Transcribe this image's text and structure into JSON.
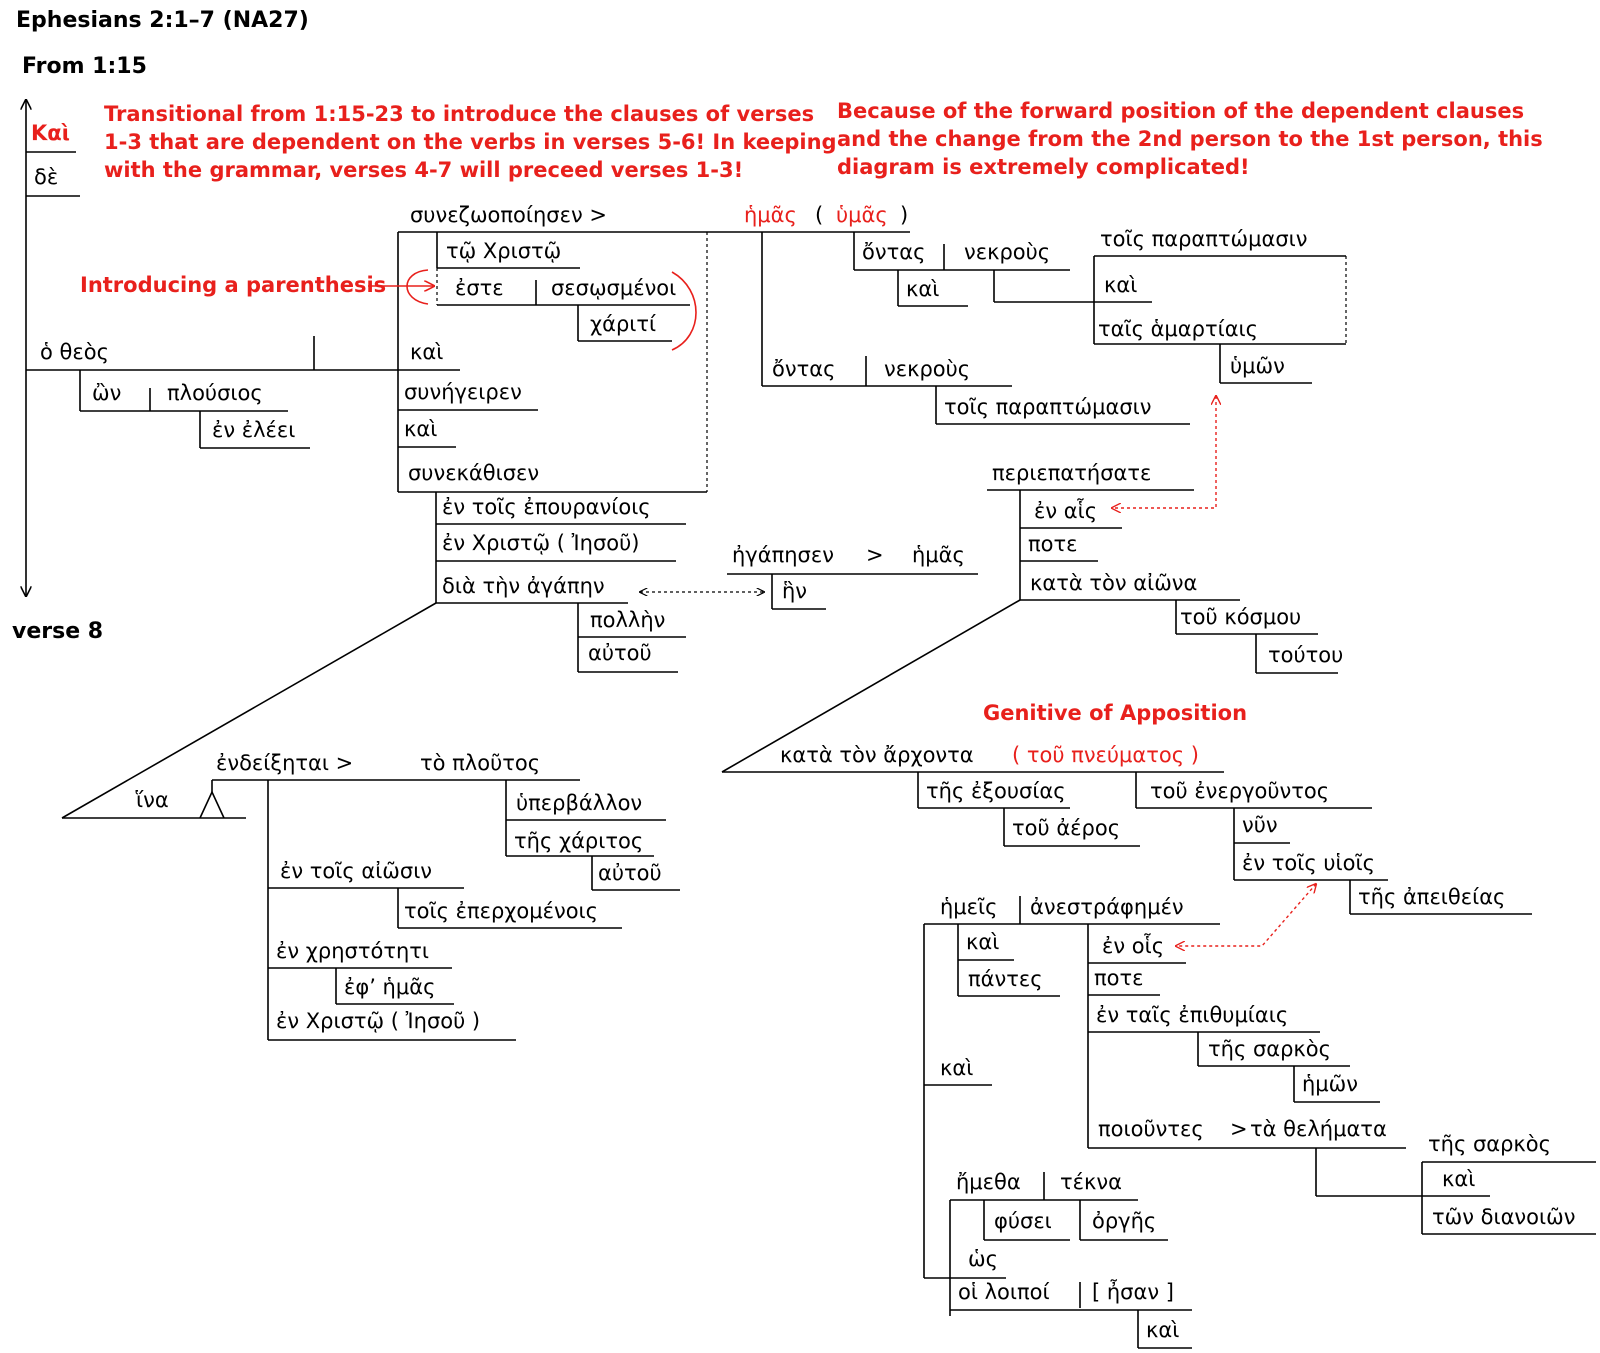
{
  "header": {
    "title": "Ephesians 2:1–7 (NA27)",
    "from_label": "From 1:15",
    "to_label": "verse 8"
  },
  "notes": {
    "transitional": [
      "Transitional from 1:15-23 to introduce the clauses of verses",
      "1-3 that are dependent on the verbs in verses 5-6! In keeping",
      "with the grammar, verses 4-7 will preceed verses 1-3!"
    ],
    "forward": [
      "Because of the forward position of the dependent clauses",
      "and the change from the 2nd person to the 1st person, this",
      "diagram is extremely complicated!"
    ],
    "parenthesis": "Introducing a parenthesis",
    "apposition": "Genitive of Apposition"
  },
  "words": {
    "kai_intro": "Καὶ",
    "de": "δὲ",
    "theos": "ὁ θεὸς",
    "on": "ὢν",
    "plousios": "πλούσιος",
    "en_eleei": "ἐν ἐλέει",
    "synezoopoiesen": "συνεζωοποίησεν >",
    "hemas_main": "ἡμᾶς",
    "paren_open": "(",
    "hymas": "ὑμᾶς",
    "paren_close": ")",
    "to_christo": "τῷ Χριστῷ",
    "este": "ἐστε",
    "sesosmenoi": "σεσῳσμένοι",
    "chariti": "χάριτί",
    "kai_1": "καὶ",
    "synegeiren": "συνήγειρεν",
    "kai_2": "καὶ",
    "synekathisen": "συνεκάθισεν",
    "en_epouraniois": "ἐν τοῖς ἐπουρανίοις",
    "en_christo_iesou": "ἐν Χριστῷ ( Ἰησοῦ)",
    "dia_agapen": "διὰ τὴν ἀγάπην",
    "pollen": "πολλὴν",
    "autou_1": "αὐτοῦ",
    "egapesen": "ἠγάπησεν",
    "gt_1": ">",
    "hemas_2": "ἡμᾶς",
    "hen": "ἣν",
    "ontas_1": "ὄντας",
    "nekrous_1": "νεκροὺς",
    "kai_3": "καὶ",
    "tois_paraptomasin_1": "τοῖς παραπτώμασιν",
    "kai_4": "καὶ",
    "tais_hamartiais": "ταῖς ἁμαρτίαις",
    "hymon": "ὑμῶν",
    "ontas_2": "ὄντας",
    "nekrous_2": "νεκροὺς",
    "tois_paraptomasin_2": "τοῖς παραπτώμασιν",
    "periepatesate": "περιεπατήσατε",
    "en_hais": "ἐν αἷς",
    "pote_1": "ποτε",
    "kata_aiona": "κατὰ τὸν αἰῶνα",
    "tou_kosmou": "τοῦ κόσμου",
    "toutou": "τούτου",
    "endeixetai": "ἐνδείξηται >",
    "to_ploutos": "τὸ πλοῦτος",
    "hina": "ἵνα",
    "hyperballon": "ὑπερβάλλον",
    "tes_charitos": "τῆς χάριτος",
    "autou_2": "αὐτοῦ",
    "en_aiosin": "ἐν τοῖς αἰῶσιν",
    "tois_eperchomenois": "τοῖς ἐπερχομένοις",
    "en_chrestoteti": "ἐν χρηστότητι",
    "eph_hemas": "ἐφ’ ἡμᾶς",
    "en_christo_iesou_2": "ἐν Χριστῷ ( Ἰησοῦ )",
    "kata_archonta": "κατὰ τὸν ἄρχοντα",
    "tou_pneumatos": "( τοῦ πνεύματος )",
    "tes_exousias": "τῆς ἐξουσίας",
    "tou_aeros": "τοῦ ἀέρος",
    "tou_energountos": "τοῦ ἐνεργοῦντος",
    "nyn": "νῦν",
    "en_huiois": "ἐν τοῖς υἱοῖς",
    "tes_apeitheias": "τῆς ἀπειθείας",
    "hemeis": "ἡμεῖς",
    "anestraphemen": "ἀνεστράφημέν",
    "kai_5": "καὶ",
    "pantes": "πάντες",
    "en_hois": "ἐν οἷς",
    "pote_2": "ποτε",
    "en_epithymiais": "ἐν ταῖς ἐπιθυμίαις",
    "tes_sarkos_1": "τῆς σαρκὸς",
    "hemon": "ἡμῶν",
    "poiountes": "ποιοῦντες",
    "gt_2": ">",
    "ta_thelemata": "τὰ θελήματα",
    "tes_sarkos_2": "τῆς σαρκὸς",
    "kai_6": "καὶ",
    "ton_dianoion": "τῶν διανοιῶν",
    "kai_7": "καὶ",
    "hemetha": "ἤμεθα",
    "tekna": "τέκνα",
    "physei": "φύσει",
    "orges": "ὀργῆς",
    "hos": "ὡς",
    "hoi_loipoi": "οἱ λοιποί",
    "esan": "[ ἦσαν ]",
    "kai_8": "καὶ"
  }
}
